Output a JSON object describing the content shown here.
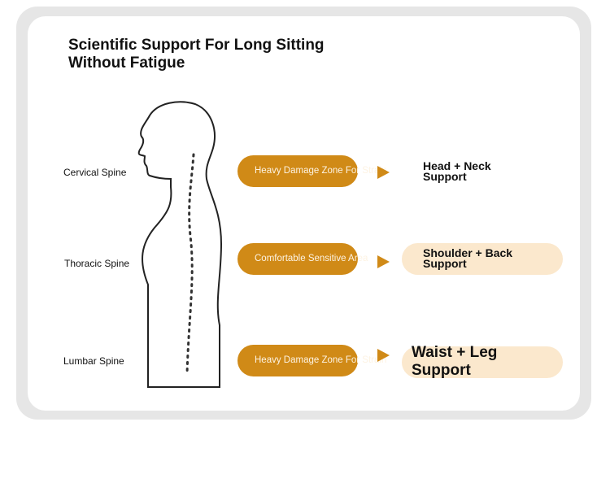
{
  "title": [
    "Scientific Support For Long Sitting",
    "Without Fatigue"
  ],
  "rows": [
    {
      "spine": "Cervical Spine",
      "zone": "Heavy Damage Zone For Strain",
      "support": [
        "Head + Neck",
        "Support"
      ]
    },
    {
      "spine": "Thoracic Spine",
      "zone": "Comfortable Sensitive Area",
      "support": [
        "Shoulder + Back",
        "Support"
      ]
    },
    {
      "spine": "Lumbar Spine",
      "zone": "Heavy Damage Zone For Strain",
      "support": [
        "Waist + Leg",
        "Support"
      ]
    }
  ],
  "colors": {
    "accent": "#d08a17",
    "support_bg": "#fbe8cd",
    "frame": "#e6e6e6"
  }
}
